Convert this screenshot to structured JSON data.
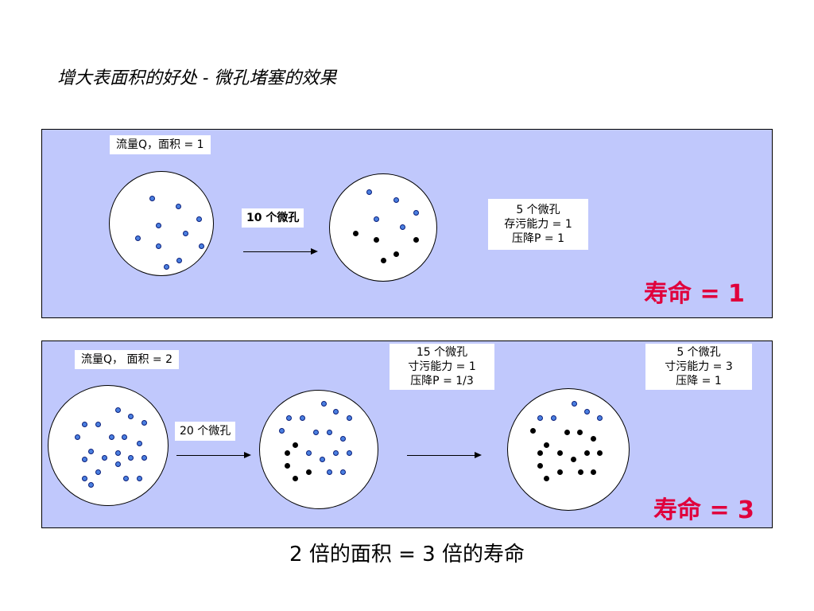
{
  "title": "增大表面积的好处 - 微孔堵塞的效果",
  "panel1": {
    "flow_label": "流量Q，面积 = 1",
    "arrow_label": "10 个微孔",
    "result_lines": [
      "5 个微孔",
      "存污能力 = 1",
      "压降P = 1"
    ],
    "life": "寿命 = 1"
  },
  "panel2": {
    "flow_label": "流量Q， 面积 = 2",
    "arrow_label": "20 个微孔",
    "mid_lines": [
      "15 个微孔",
      "寸污能力 = 1",
      "压降P = 1/3"
    ],
    "right_lines": [
      "5 个微孔",
      "寸污能力 = 3",
      "压降 = 1"
    ],
    "life": "寿命 = 3"
  },
  "conclusion": "2 倍的面积 = 3 倍的寿命",
  "colors": {
    "panel_bg": "#c0c8fc",
    "life_text": "#e0003c",
    "open_pore": "#4a7fe0",
    "blocked_pore": "#000000"
  }
}
